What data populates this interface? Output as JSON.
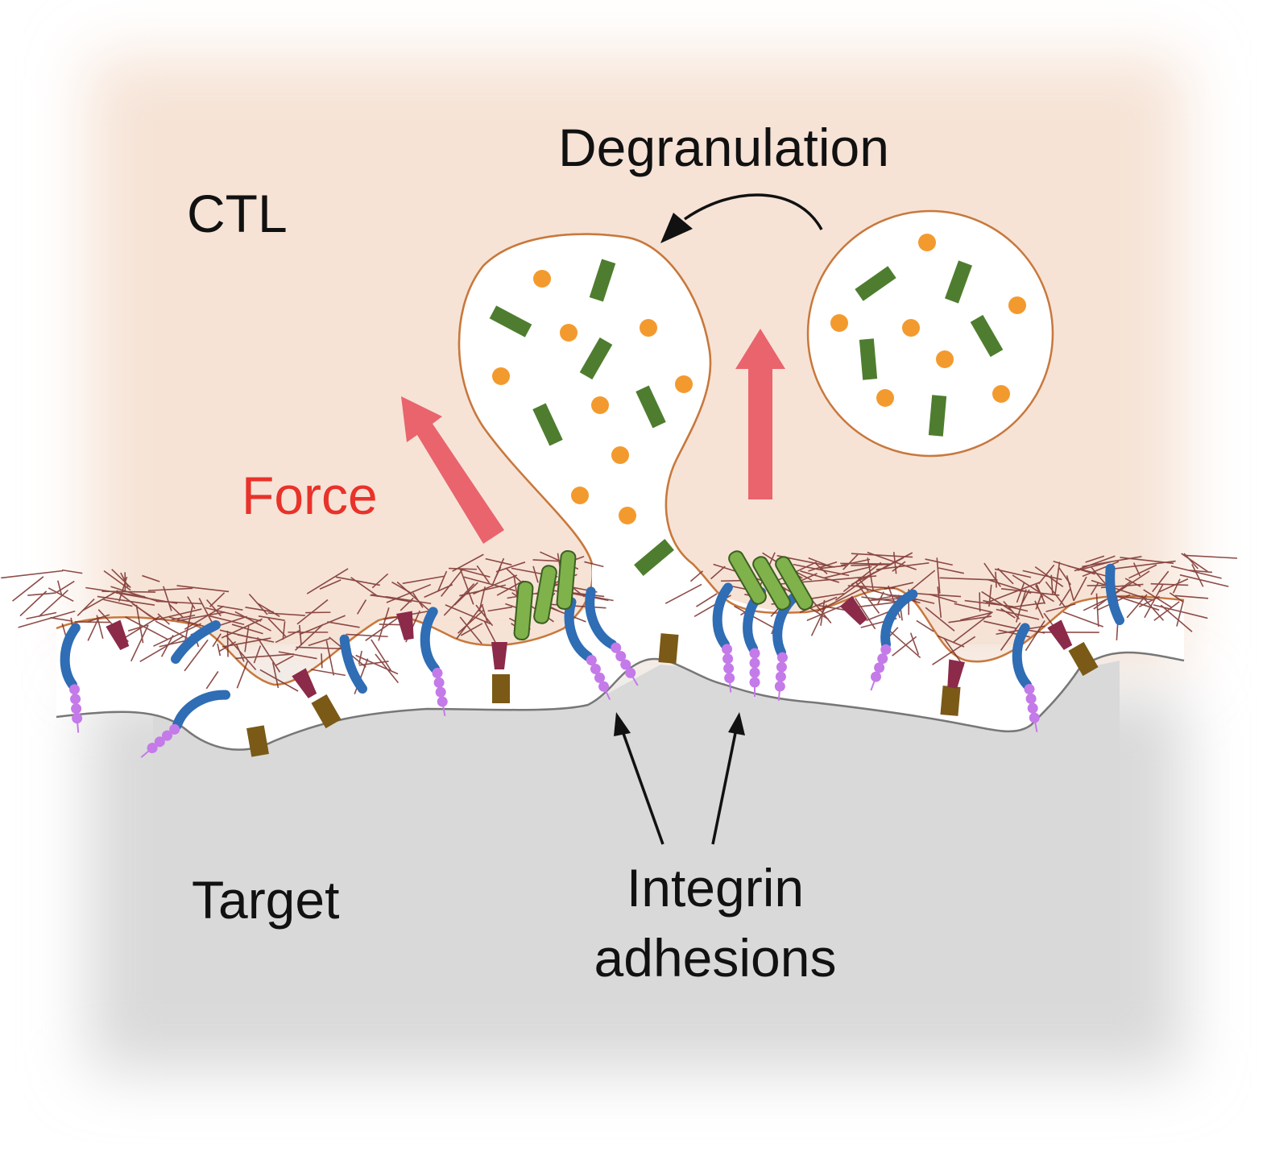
{
  "labels": {
    "ctl": "CTL",
    "degranulation": "Degranulation",
    "force": "Force",
    "target": "Target",
    "integrin_line1": "Integrin",
    "integrin_line2": "adhesions"
  },
  "colors": {
    "ctl_fill": "#f6e3d6",
    "target_fill": "#d9d9d9",
    "membrane": "#c8783c",
    "force_arrow": "#e9646c",
    "force_text": "#e8322a",
    "granule_dot": "#f39a2e",
    "granule_rod": "#4e7d2f",
    "actin": "#7a2e2a",
    "integrin_blue": "#2f6db5",
    "ligand_purple": "#c47ae8",
    "stalk_brown": "#7a5a16",
    "receptor_red": "#8c2a4a",
    "adhesion_green": "#7fb24a"
  },
  "icons": [
    "force-arrow",
    "degranulation-arrow",
    "pointer-arrow",
    "granule",
    "integrin"
  ]
}
